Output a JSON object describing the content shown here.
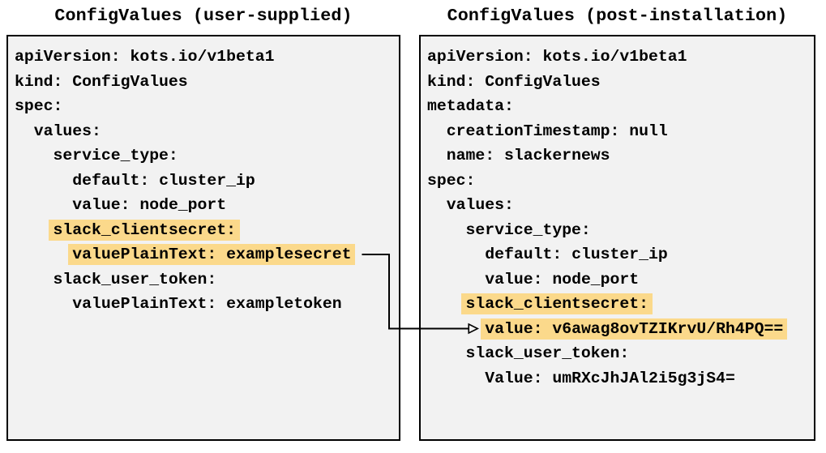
{
  "left_panel": {
    "title": "ConfigValues (user-supplied)",
    "lines": [
      {
        "text": "apiVersion: kots.io/v1beta1",
        "highlighted": false
      },
      {
        "text": "kind: ConfigValues",
        "highlighted": false
      },
      {
        "text": "spec:",
        "highlighted": false
      },
      {
        "text": "  values:",
        "highlighted": false
      },
      {
        "text": "    service_type:",
        "highlighted": false
      },
      {
        "text": "      default: cluster_ip",
        "highlighted": false
      },
      {
        "text": "      value: node_port",
        "highlighted": false
      },
      {
        "text": "    slack_clientsecret:",
        "highlighted": true
      },
      {
        "text": "      valuePlainText: examplesecret",
        "highlighted": true
      },
      {
        "text": "    slack_user_token:",
        "highlighted": false
      },
      {
        "text": "      valuePlainText: exampletoken",
        "highlighted": false
      }
    ]
  },
  "right_panel": {
    "title": "ConfigValues (post-installation)",
    "lines": [
      {
        "text": "apiVersion: kots.io/v1beta1",
        "highlighted": false
      },
      {
        "text": "kind: ConfigValues",
        "highlighted": false
      },
      {
        "text": "metadata:",
        "highlighted": false
      },
      {
        "text": "  creationTimestamp: null",
        "highlighted": false
      },
      {
        "text": "  name: slackernews",
        "highlighted": false
      },
      {
        "text": "spec:",
        "highlighted": false
      },
      {
        "text": "  values:",
        "highlighted": false
      },
      {
        "text": "    service_type:",
        "highlighted": false
      },
      {
        "text": "      default: cluster_ip",
        "highlighted": false
      },
      {
        "text": "      value: node_port",
        "highlighted": false
      },
      {
        "text": "    slack_clientsecret:",
        "highlighted": true
      },
      {
        "text": "      value: v6awag8ovTZIKrvU/Rh4PQ==",
        "highlighted": true
      },
      {
        "text": "    slack_user_token:",
        "highlighted": false
      },
      {
        "text": "      Value: umRXcJhJAl2i5g3jS4=",
        "highlighted": false
      }
    ]
  },
  "arrow": {
    "from_text": "valuePlainText: examplesecret",
    "to_text": "value: v6awag8ovTZIKrvU/Rh4PQ=="
  },
  "colors": {
    "highlight": "#fbd98b",
    "box_background": "#f2f2f2",
    "box_border": "#000000",
    "text": "#000000"
  }
}
